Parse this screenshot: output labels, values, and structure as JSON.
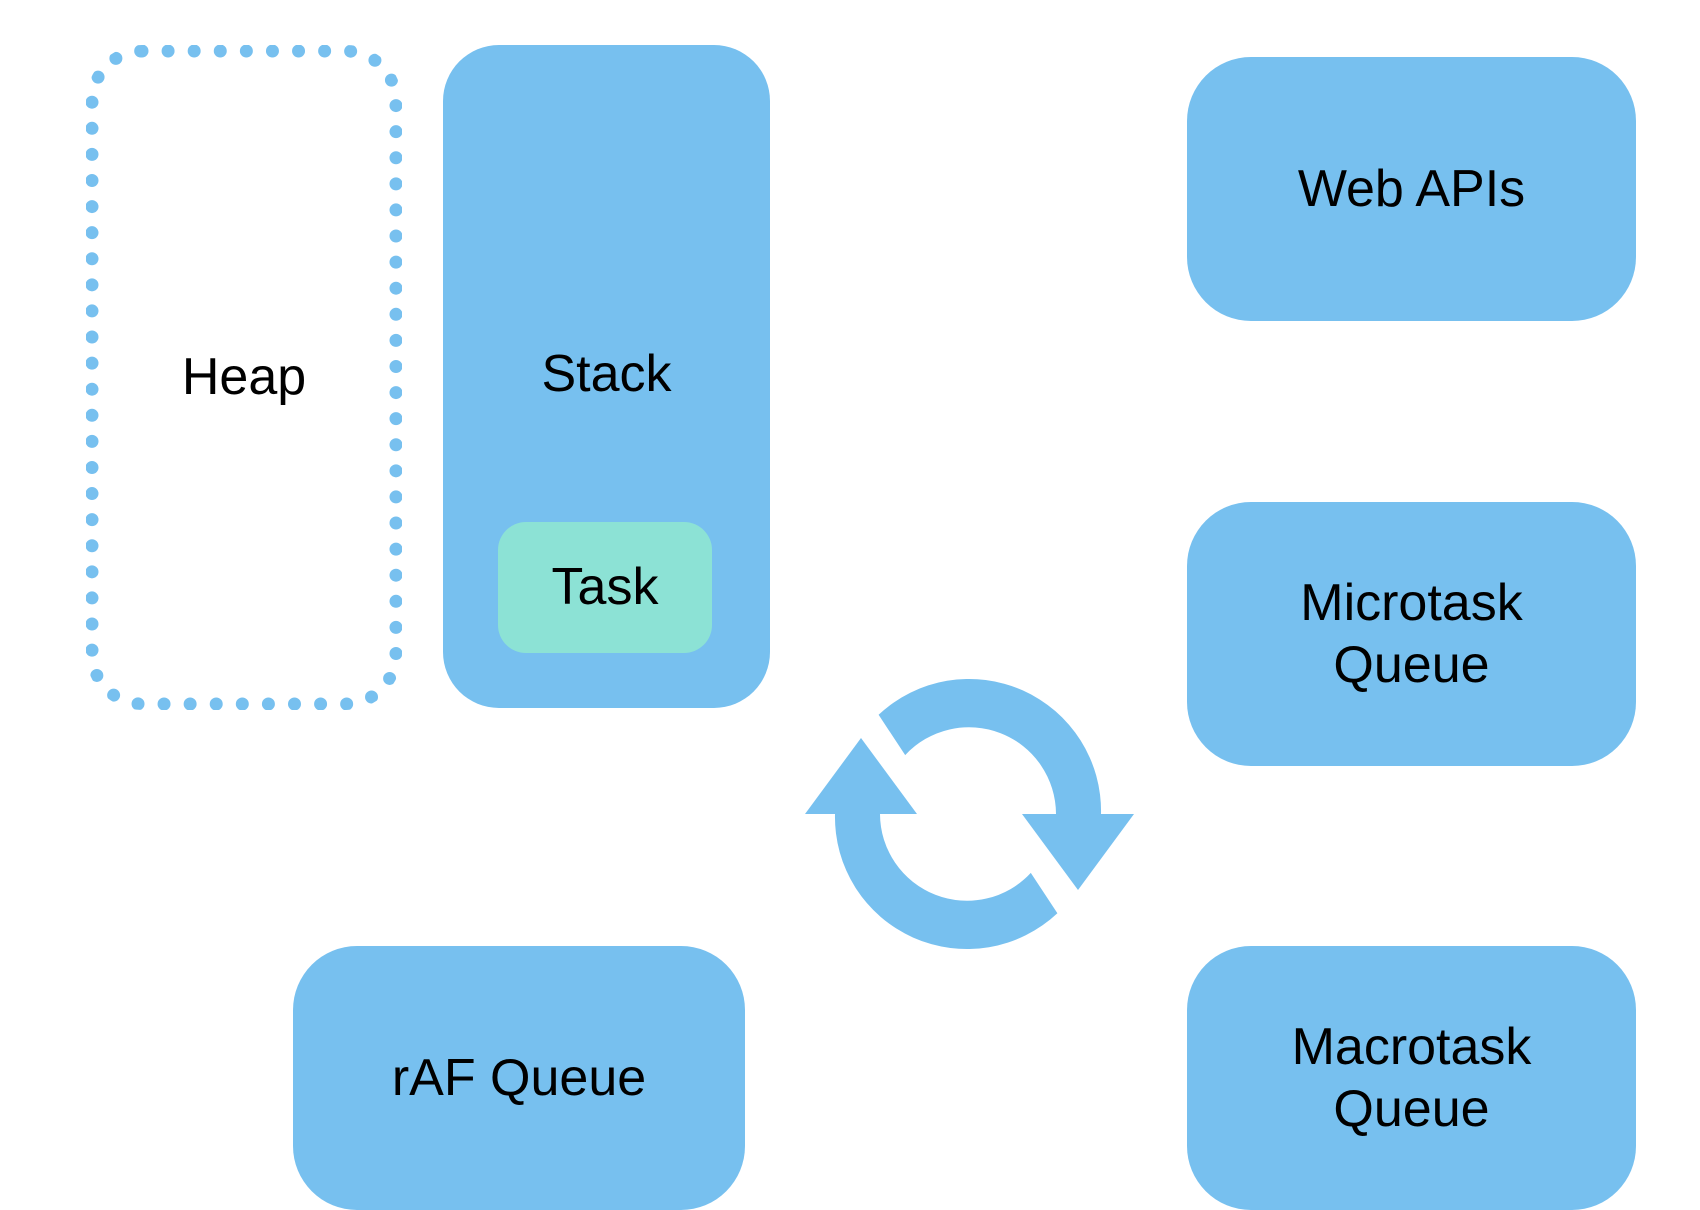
{
  "diagram": {
    "accent_color": "#77c0ef",
    "task_color": "#8ce2d5",
    "heap": {
      "label": "Heap"
    },
    "stack": {
      "label": "Stack"
    },
    "task": {
      "label": "Task"
    },
    "web_apis": {
      "label": "Web APIs"
    },
    "microtask_queue": {
      "label": "Microtask\nQueue"
    },
    "raf_queue": {
      "label": "rAF Queue"
    },
    "macrotask_queue": {
      "label": "Macrotask\nQueue"
    },
    "event_loop": {
      "icon": "refresh-cycle-icon"
    }
  }
}
